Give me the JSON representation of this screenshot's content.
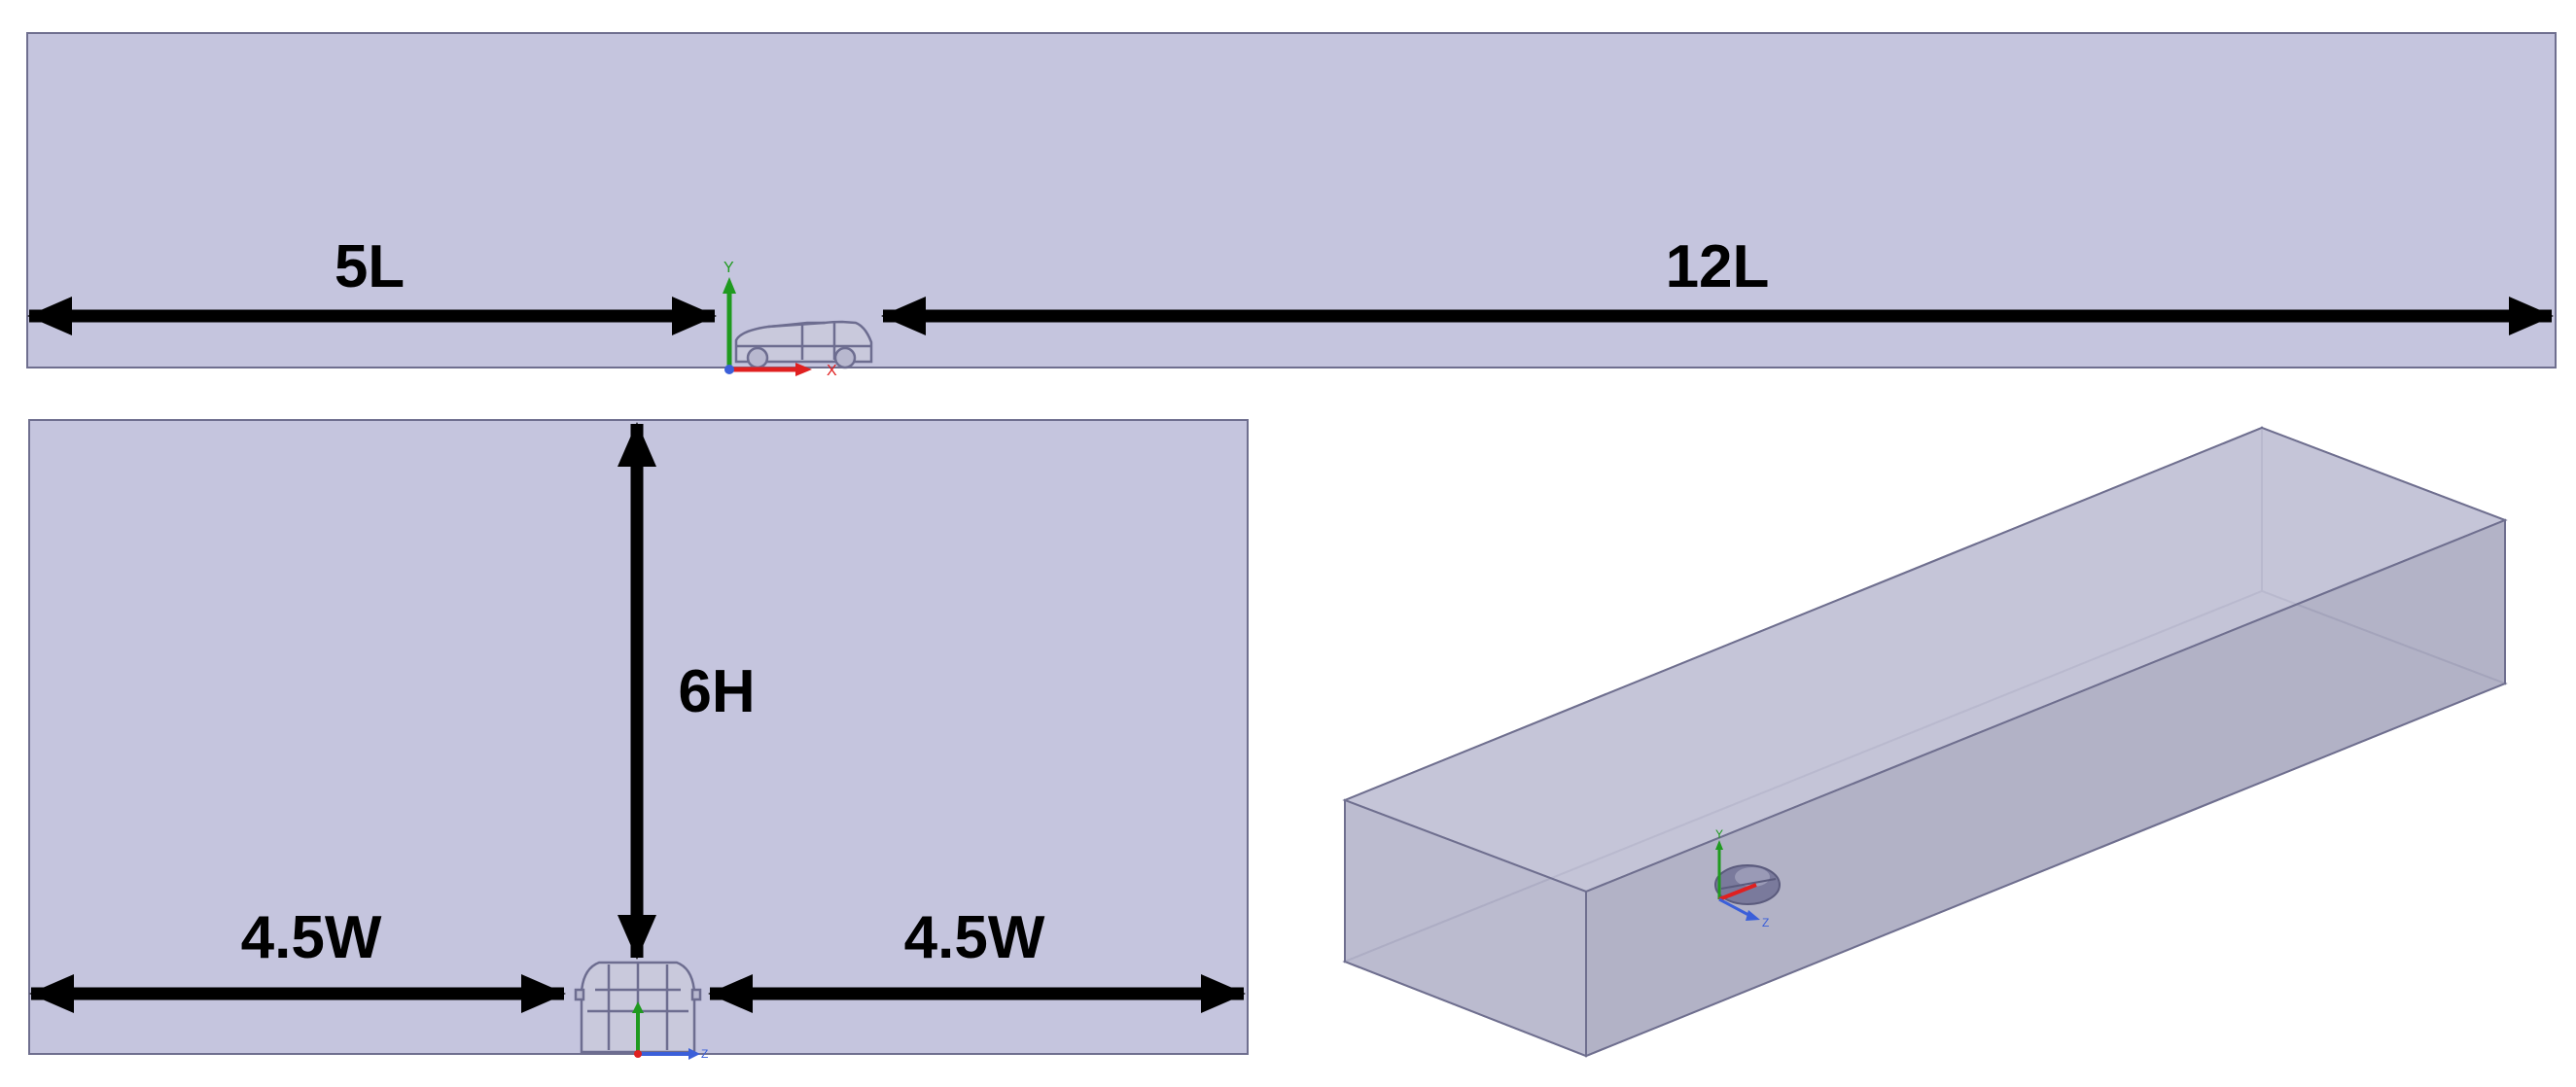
{
  "labels": {
    "side_upstream": "5L",
    "side_downstream": "12L",
    "front_height": "6H",
    "front_left_width": "4.5W",
    "front_right_width": "4.5W"
  },
  "axes": {
    "side": {
      "y": "Y",
      "x": "X"
    },
    "front": {
      "z": "Z"
    },
    "iso": {
      "y": "Y",
      "z": "Z"
    }
  },
  "colors": {
    "domain_fill": "#c5c5de",
    "domain_stroke": "#6f6f8f",
    "iso_face": "#b3b3c8",
    "car": "#6d6d90",
    "axis_x": "#e02020",
    "axis_y": "#1f9a1f",
    "axis_z": "#3b5fd9",
    "arrow": "#000000"
  }
}
